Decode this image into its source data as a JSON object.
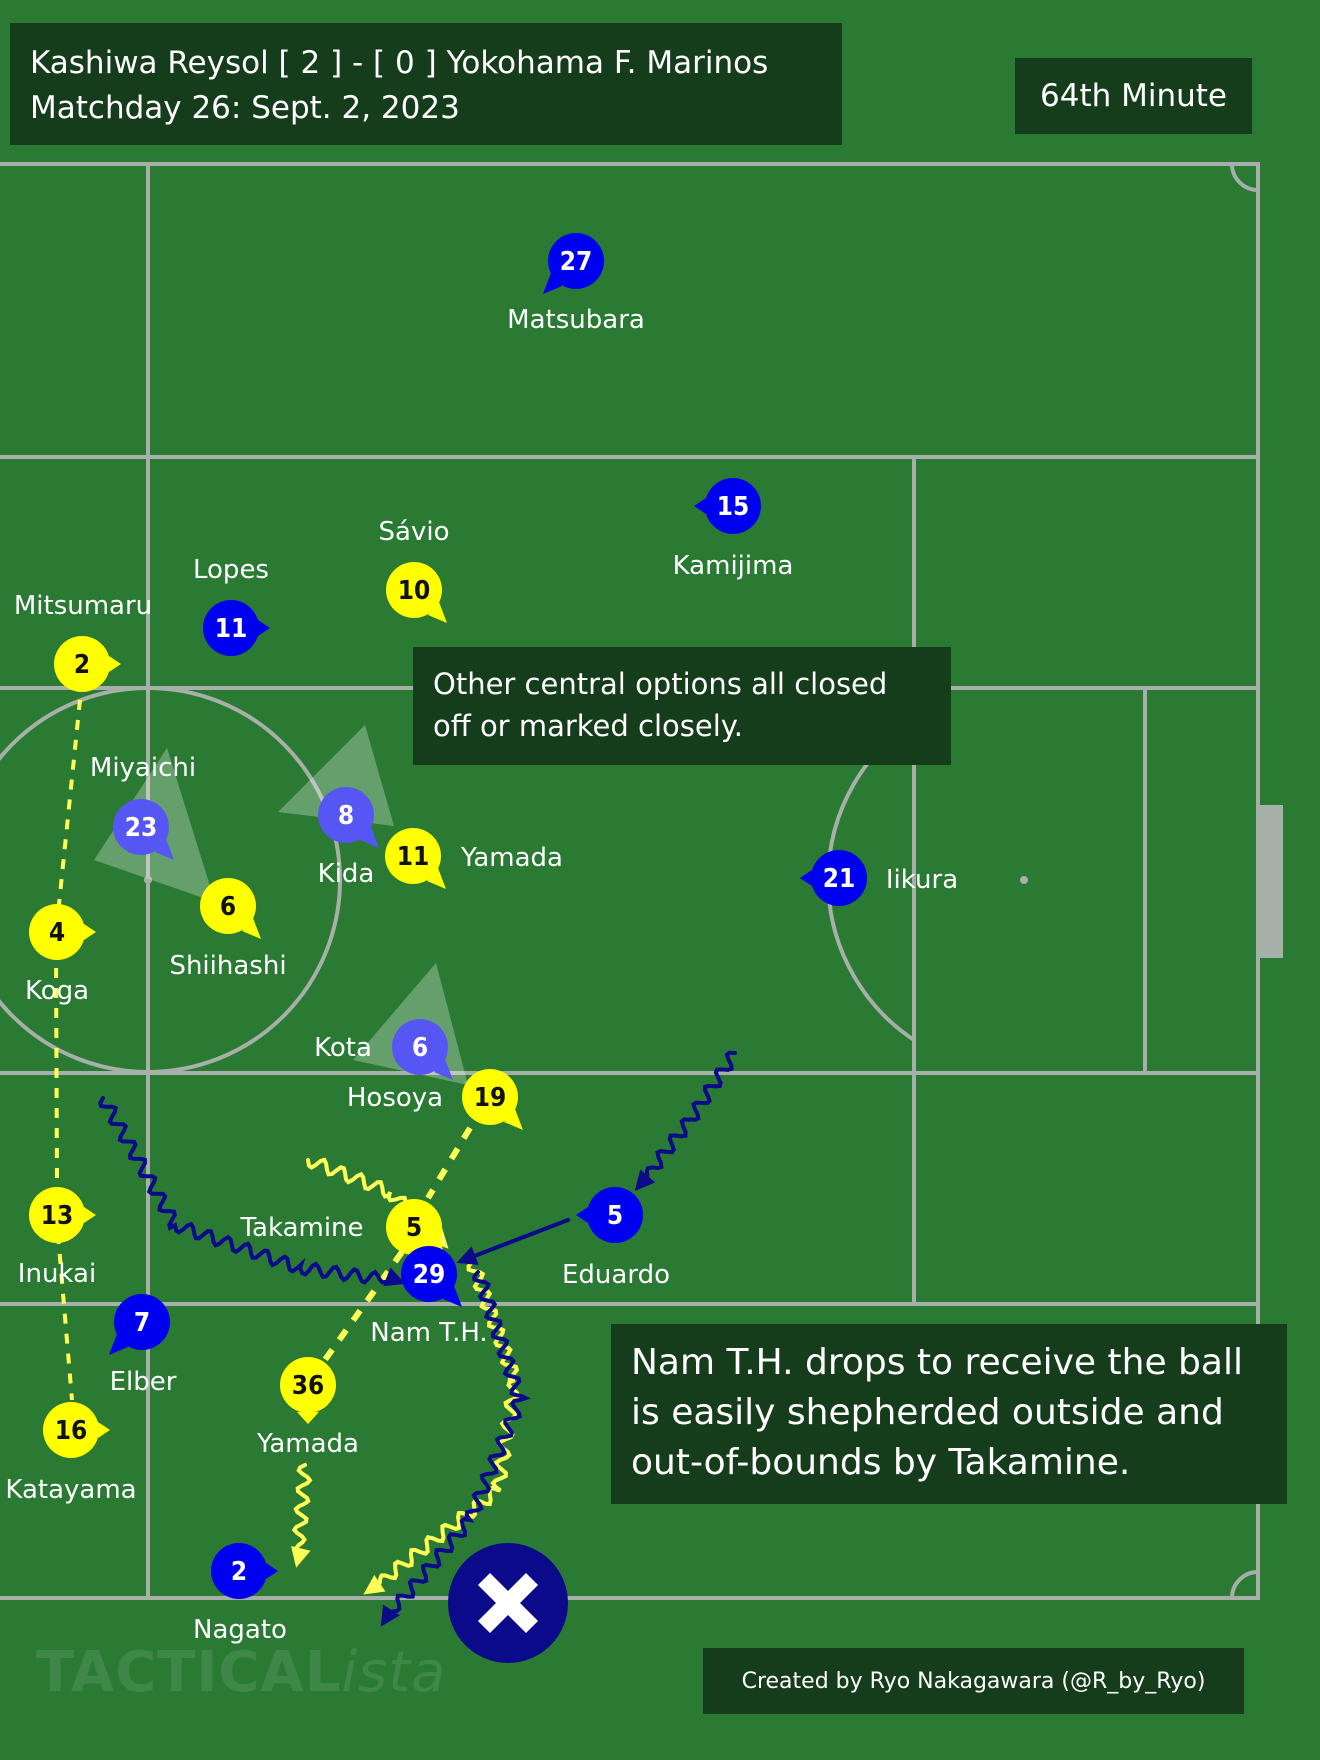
{
  "header": {
    "score_line": "Kashiwa Reysol [ 2 ] - [ 0 ] Yokohama F. Marinos",
    "match_line": "Matchday 26: Sept. 2, 2023"
  },
  "minute_label": "64th Minute",
  "notes": {
    "central_options": [
      "Other central options all closed",
      "off or marked closely."
    ],
    "nam_drop": [
      "Nam T.H. drops to receive the ball",
      "is easily shepherded outside and",
      "out-of-bounds by Takamine."
    ]
  },
  "credit": "Created by Ryo Nakagawara (@R_by_Ryo)",
  "watermark": {
    "main": "TACTICAL",
    "suffix": "ista"
  },
  "colors": {
    "pitch": "#2a7a34",
    "lines": "#a7b0a8",
    "reysol": "#ffff00",
    "marinos": "#0000f0",
    "marinos_faded": "#5656f5",
    "arrow_navy": "#0a0a8a",
    "arrow_yellow": "#ffff55",
    "panel": "#163d1b"
  },
  "players": {
    "marinos": [
      {
        "number": "27",
        "name": "Matsubara"
      },
      {
        "number": "15",
        "name": "Kamijima"
      },
      {
        "number": "11",
        "name": "Lopes"
      },
      {
        "number": "23",
        "name": "Miyaichi"
      },
      {
        "number": "8",
        "name": "Kida"
      },
      {
        "number": "21",
        "name": "Iikura"
      },
      {
        "number": "6",
        "name": "Kota"
      },
      {
        "number": "5",
        "name": "Eduardo"
      },
      {
        "number": "29",
        "name": "Nam T.H."
      },
      {
        "number": "7",
        "name": "Elber"
      },
      {
        "number": "2",
        "name": "Nagato"
      }
    ],
    "reysol": [
      {
        "number": "2",
        "name": "Mitsumaru"
      },
      {
        "number": "10",
        "name": "Sávio"
      },
      {
        "number": "6",
        "name": "Shiihashi"
      },
      {
        "number": "11",
        "name": "Yamada"
      },
      {
        "number": "4",
        "name": "Koga"
      },
      {
        "number": "19",
        "name": "Hosoya"
      },
      {
        "number": "5",
        "name": "Takamine"
      },
      {
        "number": "13",
        "name": "Inukai"
      },
      {
        "number": "36",
        "name": "Yamada"
      },
      {
        "number": "16",
        "name": "Katayama"
      }
    ]
  },
  "ball_out_icon": "close-x-icon"
}
